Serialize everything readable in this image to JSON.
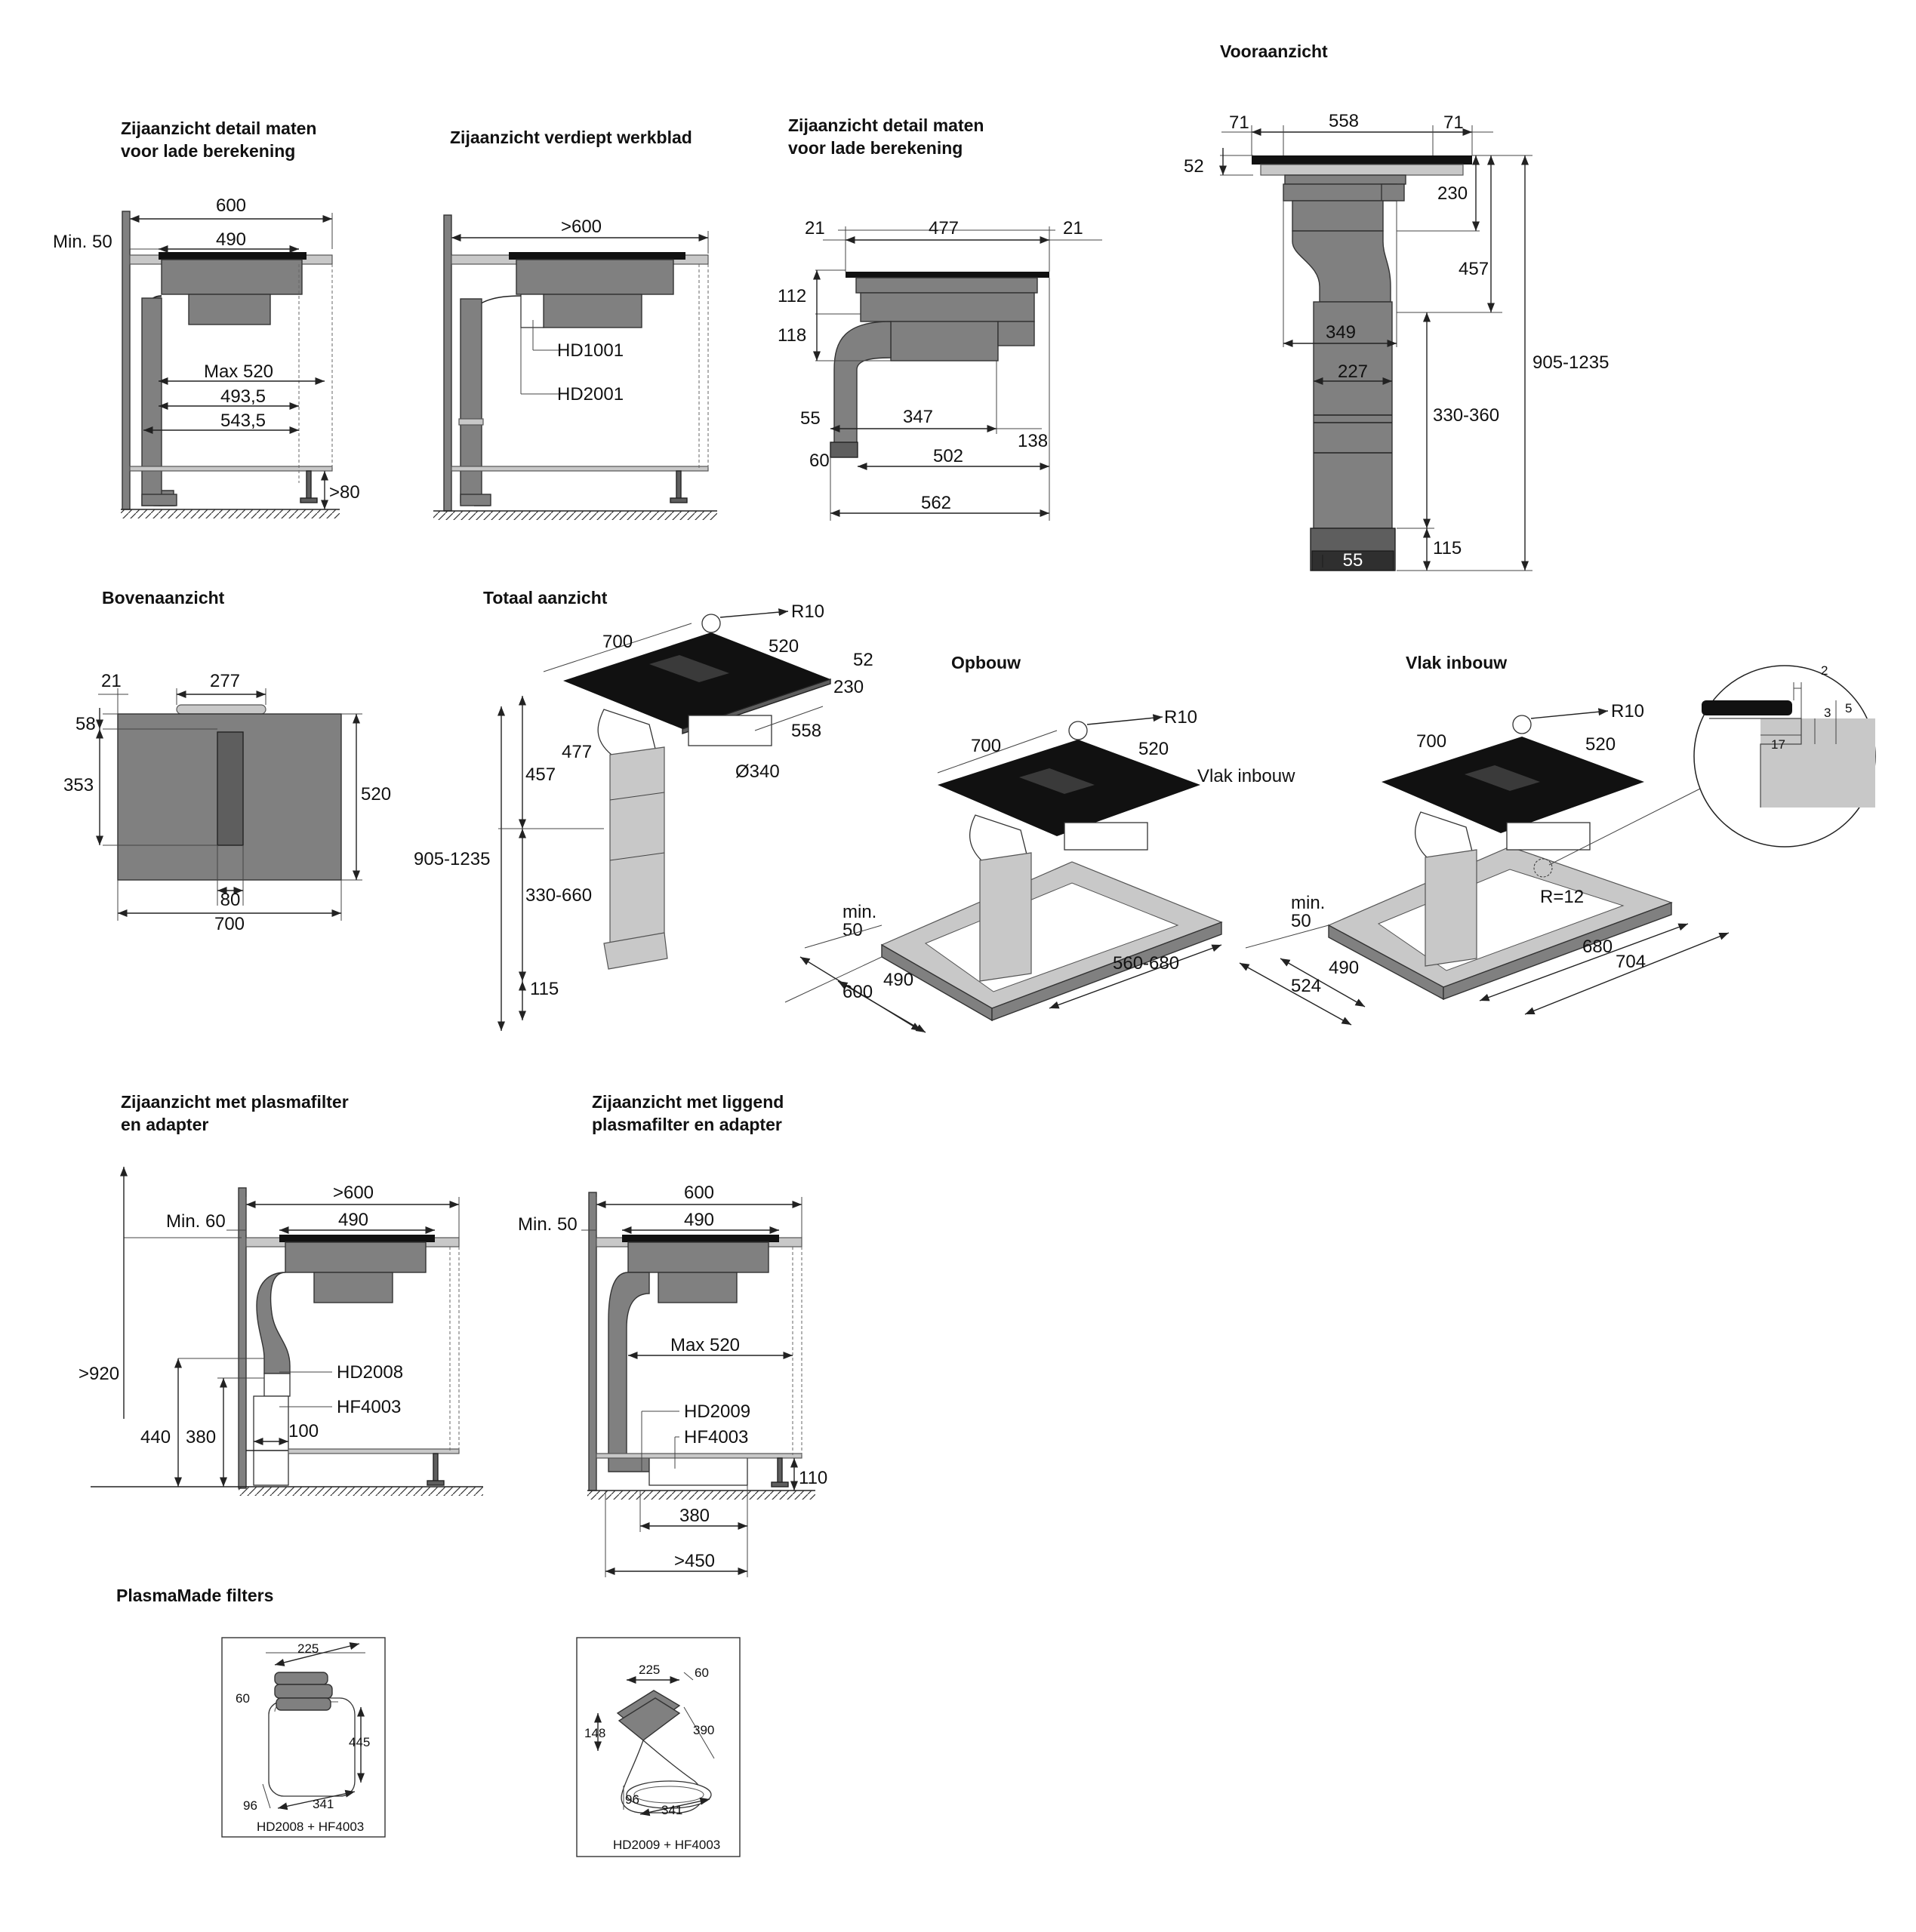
{
  "titles": {
    "side_drawer_1": [
      "Zijaanzicht detail maten",
      "voor lade berekening"
    ],
    "side_deep": [
      "Zijaanzicht verdiept werkblad"
    ],
    "side_drawer_2": [
      "Zijaanzicht detail maten",
      "voor lade berekening"
    ],
    "front": [
      "Vooraanzicht"
    ],
    "top": [
      "Bovenaanzicht"
    ],
    "total": [
      "Totaal aanzicht"
    ],
    "surface": [
      "Opbouw"
    ],
    "flush": [
      "Vlak inbouw"
    ],
    "plasma_side": [
      "Zijaanzicht met plasmafilter",
      "en adapter"
    ],
    "plasma_lying": [
      "Zijaanzicht met liggend",
      "plasmafilter en adapter"
    ],
    "filters": [
      "PlasmaMade filters"
    ]
  },
  "v1": {
    "w600": "600",
    "min50": "Min. 50",
    "w490": "490",
    "max520": "Max 520",
    "d4935": "493,5",
    "d5435": "543,5",
    "gt80": ">80"
  },
  "v2": {
    "gt600": ">600",
    "hd1001": "HD1001",
    "hd2001": "HD2001"
  },
  "v3": {
    "a21": "21",
    "a477": "477",
    "b21": "21",
    "h112": "112",
    "h118": "118",
    "h55": "55",
    "d347": "347",
    "d138": "138",
    "h60": "60",
    "d502": "502",
    "d562": "562"
  },
  "v4": {
    "a71": "71",
    "a558": "558",
    "b71": "71",
    "h52": "52",
    "h230": "230",
    "h457": "457",
    "w349": "349",
    "w227": "227",
    "h330": "330-360",
    "h905": "905-1235",
    "h115": "115",
    "w55": "55"
  },
  "v5": {
    "a21": "21",
    "a277": "277",
    "h58": "58",
    "h353": "353",
    "h520": "520",
    "w80": "80",
    "w700": "700"
  },
  "v6": {
    "r10": "R10",
    "w700": "700",
    "w520": "520",
    "h52": "52",
    "h230": "230",
    "w558": "558",
    "w477": "477",
    "h457": "457",
    "w340": "Ø340",
    "h905": "905-1235",
    "h330": "330-660",
    "h115": "115"
  },
  "v7": {
    "r10": "R10",
    "w700": "700",
    "w520": "520",
    "min50": "min.",
    "min50b": "50",
    "d490": "490",
    "d600": "600",
    "d560": "560-680"
  },
  "v8": {
    "r10": "R10",
    "w700": "700",
    "w520": "520",
    "min50": "min.",
    "min50b": "50",
    "d490": "490",
    "d524": "524",
    "d680": "680",
    "d704": "704",
    "r12": "R=12",
    "z2": "2",
    "z3": "3",
    "z5": "5",
    "z17": "17"
  },
  "v9": {
    "gt600": ">600",
    "min60": "Min. 60",
    "w490": "490",
    "gt920": ">920",
    "hd2008": "HD2008",
    "hf4003": "HF4003",
    "h440": "440",
    "h380": "380",
    "w100": "100"
  },
  "v10": {
    "w600": "600",
    "min50": "Min. 50",
    "w490": "490",
    "max520": "Max 520",
    "hd2009": "HD2009",
    "hf4003": "HF4003",
    "h110": "110",
    "w380": "380",
    "gt450": ">450"
  },
  "f1": {
    "w225": "225",
    "h60": "60",
    "h445": "445",
    "w96": "96",
    "w341": "341",
    "caption": "HD2008 + HF4003"
  },
  "f2": {
    "w225": "225",
    "w60": "60",
    "h148": "148",
    "w390": "390",
    "w96": "96",
    "w341": "341",
    "caption": "HD2009 + HF4003"
  }
}
